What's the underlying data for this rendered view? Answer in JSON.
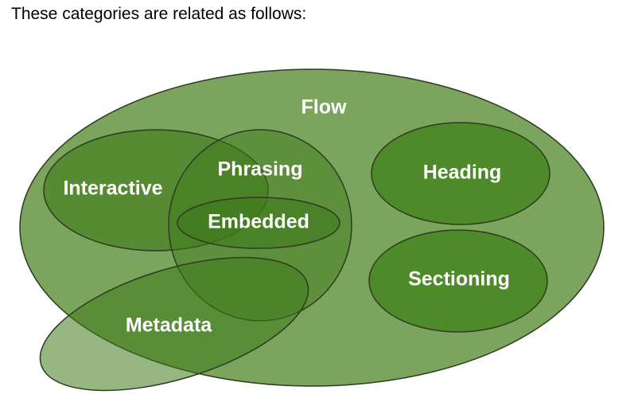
{
  "intro_text": "These categories are related as follows:",
  "colors": {
    "outer_fill": "#7ba55c",
    "inner_fill": "#4f8a2a",
    "translucent_fill": "#3f7a1c",
    "stroke": "#2e3b22",
    "label": "#ffffff"
  },
  "categories": {
    "flow": "Flow",
    "interactive": "Interactive",
    "phrasing": "Phrasing",
    "embedded": "Embedded",
    "heading": "Heading",
    "sectioning": "Sectioning",
    "metadata": "Metadata"
  }
}
